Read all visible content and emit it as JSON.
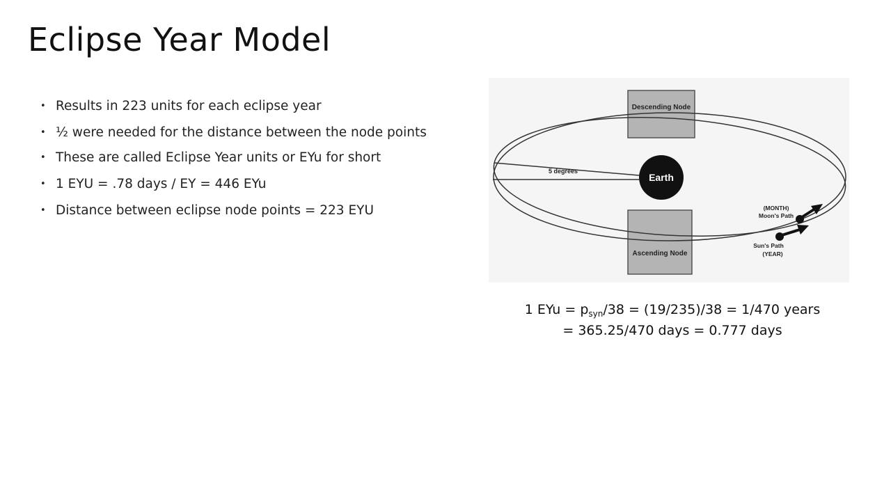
{
  "title": "Eclipse Year Model",
  "bullets": [
    "Results in 223 units for each eclipse year",
    "½ were needed for the distance between the node points",
    "These are called Eclipse Year units or EYu for short",
    "1 EYU = .78 days / EY = 446 EYu",
    "Distance between eclipse node points = 223 EYU"
  ],
  "diagram": {
    "descending_node": "Descending Node",
    "ascending_node": "Ascending Node",
    "earth": "Earth",
    "angle": "5 degrees",
    "month_label": "(MONTH)",
    "moon_path": "Moon's Path",
    "sun_path": "Sun's Path",
    "year_label": "(YEAR)"
  },
  "caption": {
    "line1_prefix": "1 EYu = p",
    "line1_sub": "syn",
    "line1_suffix": "/38 = (19/235)/38 = 1/470 years",
    "line2": "= 365.25/470 days = 0.777 days"
  }
}
